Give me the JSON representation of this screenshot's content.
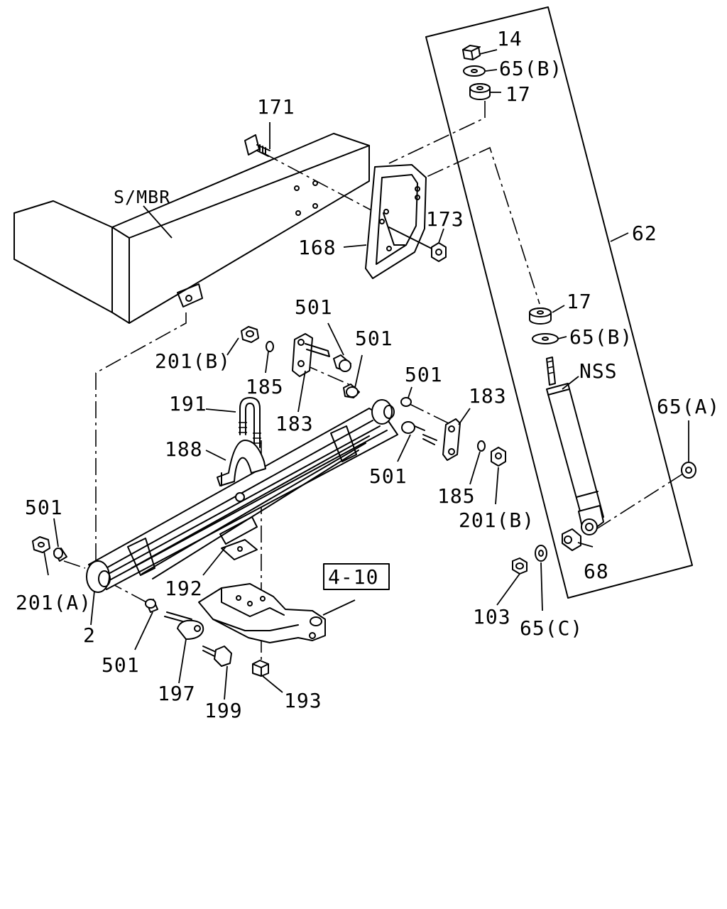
{
  "labels": {
    "l14": "14",
    "l65b_top": "65(B)",
    "l17_top": "17",
    "l171": "171",
    "l173": "173",
    "l168": "168",
    "l62": "62",
    "smbr": "S/MBR",
    "l17_mid": "17",
    "l65b_mid": "65(B)",
    "nss": "NSS",
    "l501_a": "501",
    "l501_b": "501",
    "l201b_left": "201(B)",
    "l185_left": "185",
    "l183_left": "183",
    "l501_c": "501",
    "l183_right": "183",
    "l191": "191",
    "l188": "188",
    "l501_d": "501",
    "l185_right": "185",
    "l201b_right": "201(B)",
    "l65a": "65(A)",
    "l501_e": "501",
    "l201a": "201(A)",
    "l2": "2",
    "l192": "192",
    "l4_10": "4-10",
    "l501_f": "501",
    "l197": "197",
    "l199": "199",
    "l193": "193",
    "l103": "103",
    "l65c": "65(C)",
    "l68": "68"
  }
}
